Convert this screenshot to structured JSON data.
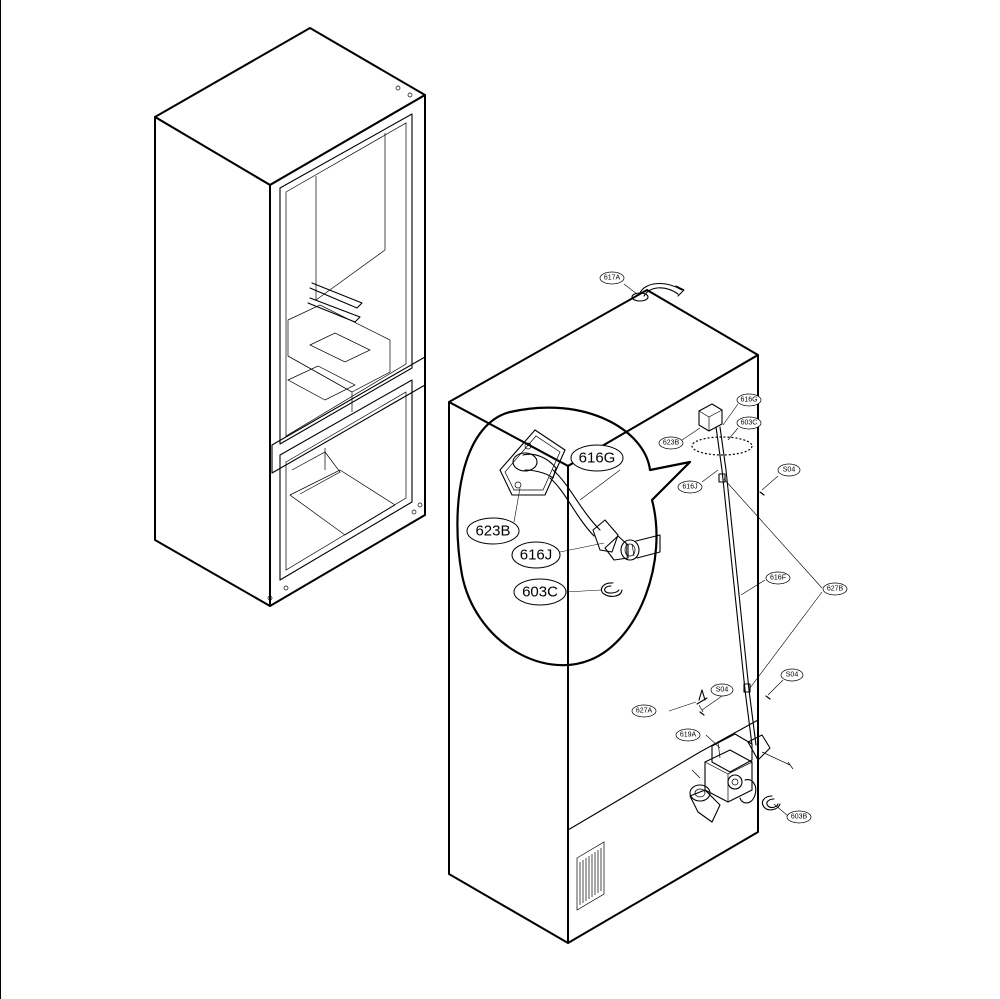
{
  "labels": {
    "l617A": "617A",
    "l616G_small": "616G",
    "l623B_small": "623B",
    "l603C_small": "603C",
    "l616J_small": "616J",
    "lS04_a": "S04",
    "l616F": "616F",
    "l627B": "627B",
    "lS04_b": "S04",
    "lS04_c": "S04",
    "l627A": "627A",
    "l619A": "619A",
    "l603B": "603B",
    "l616G_big": "616G",
    "l623B_big": "623B",
    "l616J_big": "616J",
    "l603C_big": "603C"
  }
}
